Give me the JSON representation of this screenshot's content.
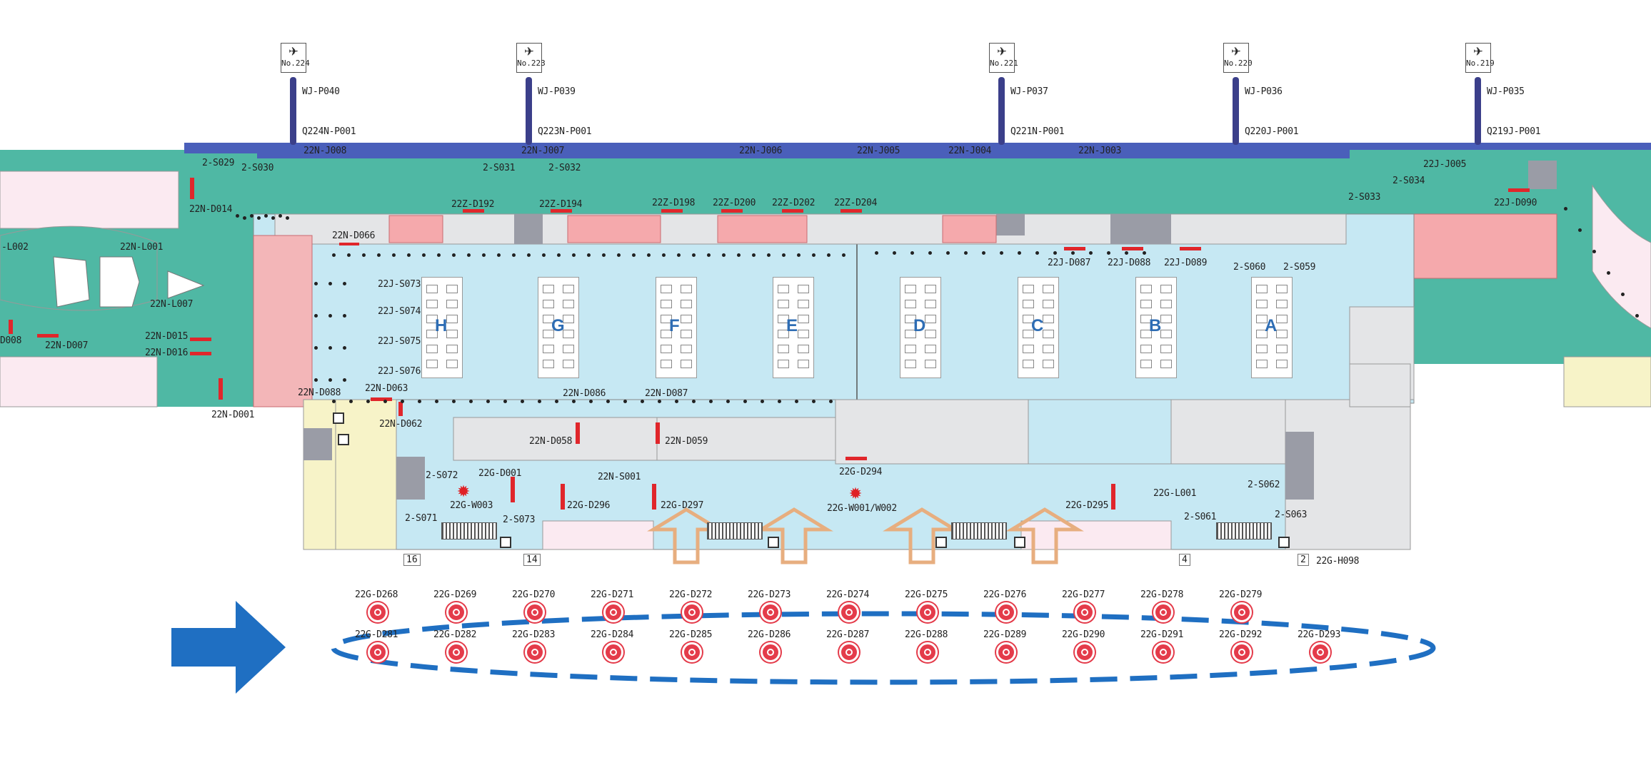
{
  "map": {
    "colors": {
      "corridor": "#4fb8a4",
      "pier": "#4a5fba",
      "hall": "#c6e8f3",
      "shop": "#f5a9ac",
      "building": "#fbeaf1",
      "annex": "#f7f3c8",
      "marker": "#e0262b",
      "arrow_blue": "#1f6fc2",
      "arrow_tan": "#e7ae7f",
      "ellipse_dash": "#1f6fc2",
      "zone_letter": "#2e6db4"
    },
    "gates": [
      {
        "no": "No.224",
        "p": "WJ-P040",
        "q": "Q224N-P001"
      },
      {
        "no": "No.223",
        "p": "WJ-P039",
        "q": "Q223N-P001"
      },
      {
        "no": "No.221",
        "p": "WJ-P037",
        "q": "Q221N-P001"
      },
      {
        "no": "No.220",
        "p": "WJ-P036",
        "q": "Q220J-P001"
      },
      {
        "no": "No.219",
        "p": "WJ-P035",
        "q": "Q219J-P001"
      }
    ],
    "zones": [
      "H",
      "G",
      "F",
      "E",
      "D",
      "C",
      "B",
      "A"
    ],
    "pier_labels": [
      "22N-J008",
      "22N-J007",
      "22N-J006",
      "22N-J005",
      "22N-J004",
      "22N-J003",
      "22J-J005"
    ],
    "labels": {
      "s029": "2-S029",
      "s030": "2-S030",
      "s031": "2-S031",
      "s032": "2-S032",
      "s033": "2-S033",
      "s034": "2-S034",
      "d090": "22J-D090",
      "d014": "22N-D014",
      "l002": "-L002",
      "l001": "22N-L001",
      "l007": "22N-L007",
      "d015": "22N-D015",
      "d016": "22N-D016",
      "d008": "D008",
      "d007": "22N-D007",
      "d001": "22N-D001",
      "d192": "22Z-D192",
      "d194": "22Z-D194",
      "d198": "22Z-D198",
      "d200": "22Z-D200",
      "d202": "22Z-D202",
      "d204": "22Z-D204",
      "d066": "22N-D066",
      "j087": "22J-D087",
      "j088": "22J-D088",
      "j089": "22J-D089",
      "s060": "2-S060",
      "s059": "2-S059",
      "s073j": "22J-S073",
      "s074j": "22J-S074",
      "s075j": "22J-S075",
      "s076j": "22J-S076",
      "d088": "22N-D088",
      "d063": "22N-D063",
      "d062": "22N-D062",
      "d086": "22N-D086",
      "d087": "22N-D087",
      "d058": "22N-D058",
      "d059": "22N-D059",
      "s001": "22N-S001",
      "s072": "2-S072",
      "g001": "22G-D001",
      "w003": "22G-W003",
      "s071": "2-S071",
      "s073": "2-S073",
      "d296": "22G-D296",
      "d297": "22G-D297",
      "d294": "22G-D294",
      "w001": "22G-W001/W002",
      "d295": "22G-D295",
      "l001g": "22G-L001",
      "s062": "2-S062",
      "s061": "2-S061",
      "s063": "2-S063",
      "h098": "22G-H098"
    },
    "door_numbers": [
      "16",
      "14",
      "4",
      "2"
    ],
    "stops_row1": [
      "22G-D268",
      "22G-D269",
      "22G-D270",
      "22G-D271",
      "22G-D272",
      "22G-D273",
      "22G-D274",
      "22G-D275",
      "22G-D276",
      "22G-D277",
      "22G-D278",
      "22G-D279"
    ],
    "stops_row2": [
      "22G-D281",
      "22G-D282",
      "22G-D283",
      "22G-D284",
      "22G-D285",
      "22G-D286",
      "22G-D287",
      "22G-D288",
      "22G-D289",
      "22G-D290",
      "22G-D291",
      "22G-D292",
      "22G-D293"
    ],
    "icons": {
      "gate": "airplane-icon",
      "marker": "red-star-icon",
      "arrow": "direction-arrow-icon"
    }
  }
}
